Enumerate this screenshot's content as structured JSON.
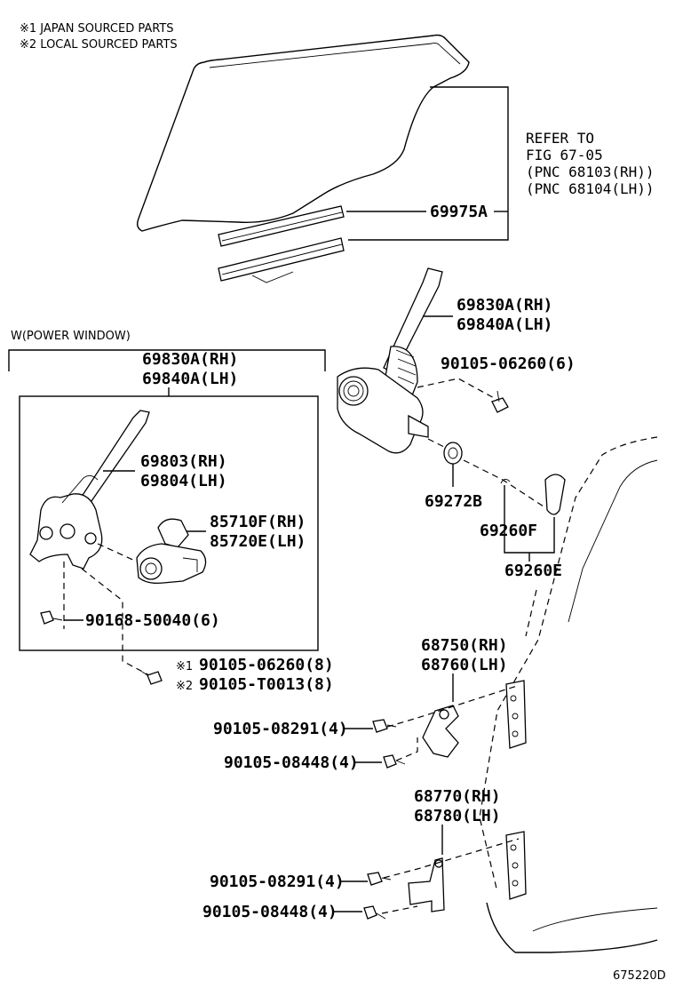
{
  "notes": {
    "japan_sourced": "※1 JAPAN SOURCED PARTS",
    "local_sourced": "※2 LOCAL SOURCED PARTS"
  },
  "refer": {
    "line1": "REFER TO",
    "line2": "FIG 67-05",
    "line3": "(PNC 68103(RH))",
    "line4": "(PNC 68104(LH))"
  },
  "power_window": {
    "title": "W(POWER WINDOW)",
    "regulator_rh": "69830A(RH)",
    "regulator_lh": "69840A(LH)",
    "arm_rh": "69803(RH)",
    "arm_lh": "69804(LH)",
    "motor_rh": "85710F(RH)",
    "motor_lh": "85720E(LH)",
    "bolt": "90168-50040(6)"
  },
  "labels": {
    "run_channel": "69975A",
    "regulator_rh": "69830A(RH)",
    "regulator_lh": "69840A(LH)",
    "bolt_top": "90105-06260(6)",
    "seal": "69272B",
    "rod": "69260F",
    "rod_set": "69260E",
    "bolt_sourced_1": "90105-06260(8)",
    "bolt_sourced_2": "90105-T0013(8)",
    "mark_1": "※1",
    "mark_2": "※2",
    "upper_hinge_rh": "68750(RH)",
    "upper_hinge_lh": "68760(LH)",
    "bolt_a1": "90105-08291(4)",
    "bolt_b1": "90105-08448(4)",
    "lower_hinge_rh": "68770(RH)",
    "lower_hinge_lh": "68780(LH)",
    "bolt_a2": "90105-08291(4)",
    "bolt_b2": "90105-08448(4)"
  },
  "figure_id": "675220D"
}
